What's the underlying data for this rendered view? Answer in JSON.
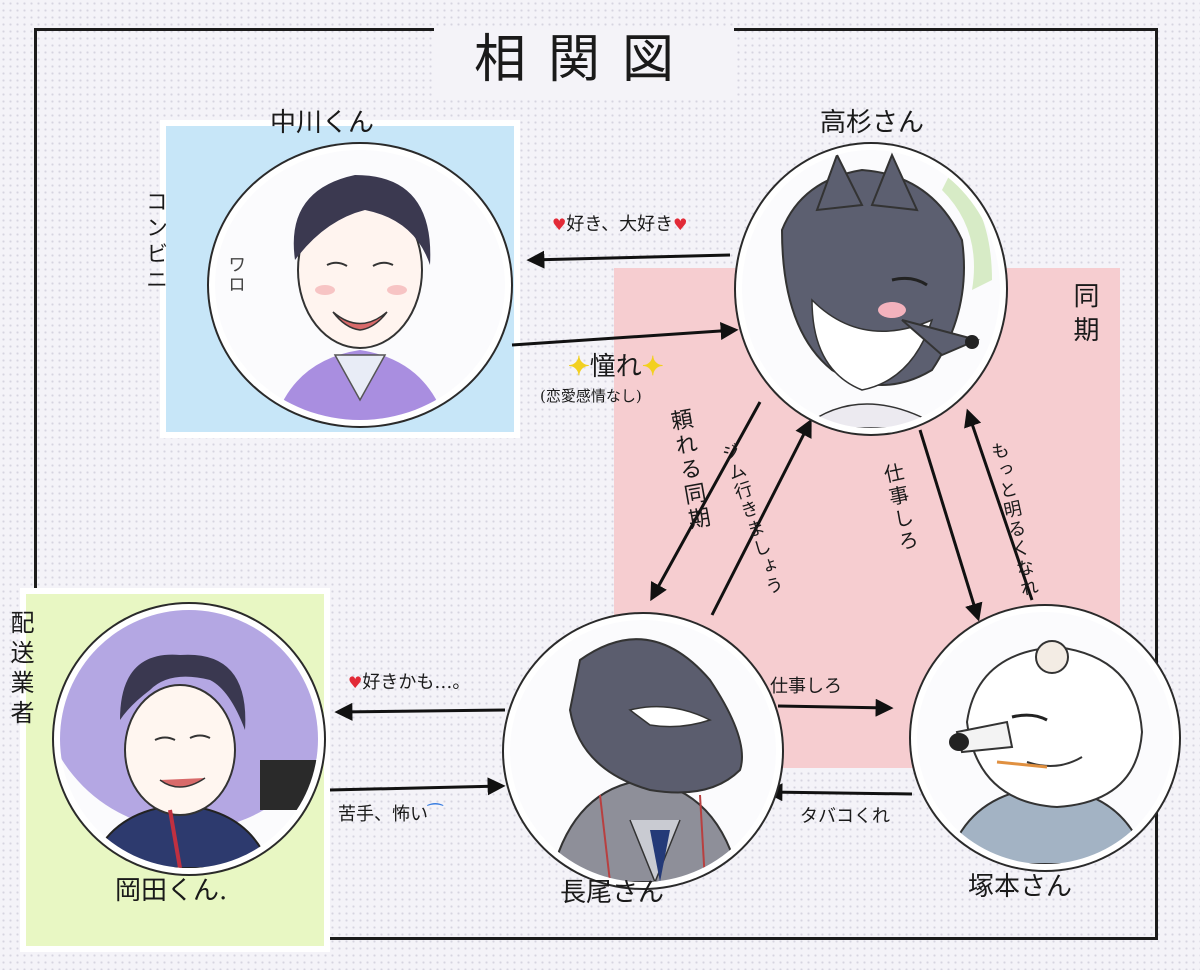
{
  "title": "相関図",
  "characters": {
    "nakagawa": {
      "name": "中川くん",
      "group_label": "コンビニ",
      "sound_effect": "ワロ"
    },
    "takasugi": {
      "name": "高杉さん"
    },
    "nagao": {
      "name": "長尾さん"
    },
    "tsukamoto": {
      "name": "塚本さん"
    },
    "okada": {
      "name": "岡田くん.",
      "group_label": "配送業者"
    }
  },
  "groups": {
    "doki": "同期"
  },
  "relations": {
    "takasugi_to_nakagawa": "好き、大好き",
    "nakagawa_to_takasugi": "憧れ",
    "nakagawa_to_takasugi_note": "(恋愛感情なし)",
    "takasugi_to_nagao": "頼れる同期",
    "nagao_to_takasugi": "ジム行きましょう",
    "takasugi_to_tsukamoto": "仕事しろ",
    "tsukamoto_to_takasugi": "もっと明るくなれ",
    "nagao_to_okada": "好きかも…。",
    "okada_to_nagao": "苦手、怖い",
    "nagao_to_tsukamoto": "仕事しろ",
    "tsukamoto_to_nagao": "タバコくれ"
  },
  "colors": {
    "blue_panel": "#c7e6f8",
    "pink_panel": "#f6cdd0",
    "green_panel": "#e8f7c3",
    "heart": "#e22a37"
  }
}
